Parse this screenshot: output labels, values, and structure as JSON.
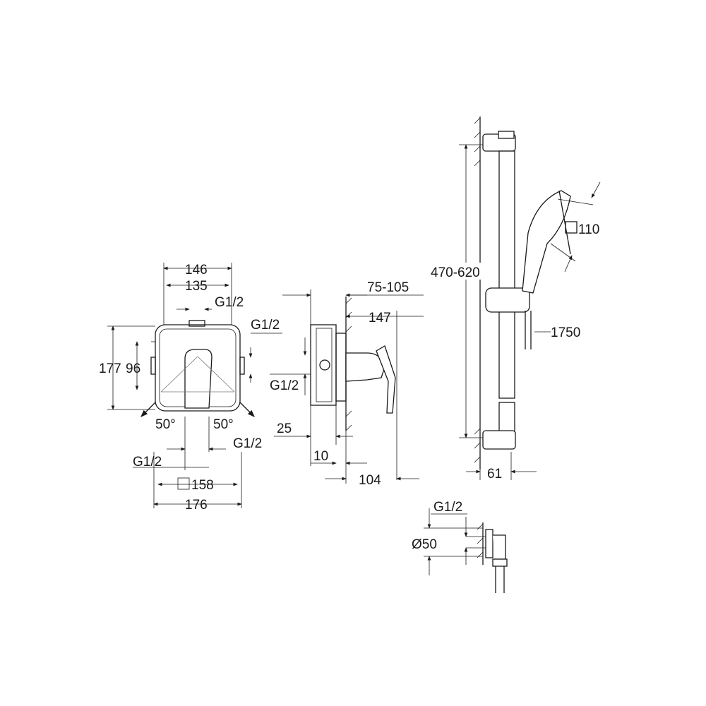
{
  "title": "Shower system technical drawing",
  "front_view": {
    "width_146": "146",
    "width_135": "135",
    "thread_top": "G1/2",
    "thread_right": "G1/2",
    "height_177": "177",
    "height_96": "96",
    "angle_left": "50°",
    "angle_right": "50°",
    "thread_bottom_right": "G1/2",
    "thread_bottom_left": "G1/2",
    "square_158": "158",
    "width_176": "176"
  },
  "side_view": {
    "depth_range": "75-105",
    "projection_147": "147",
    "thread_left": "G1/2",
    "offset_25": "25",
    "offset_10": "10",
    "projection_104": "104"
  },
  "rail_view": {
    "rail_length": "470-620",
    "handshower_size": "110",
    "hose_length": "1750",
    "wall_distance": "61"
  },
  "wall_outlet": {
    "thread": "G1/2",
    "diameter": "Ø50"
  }
}
